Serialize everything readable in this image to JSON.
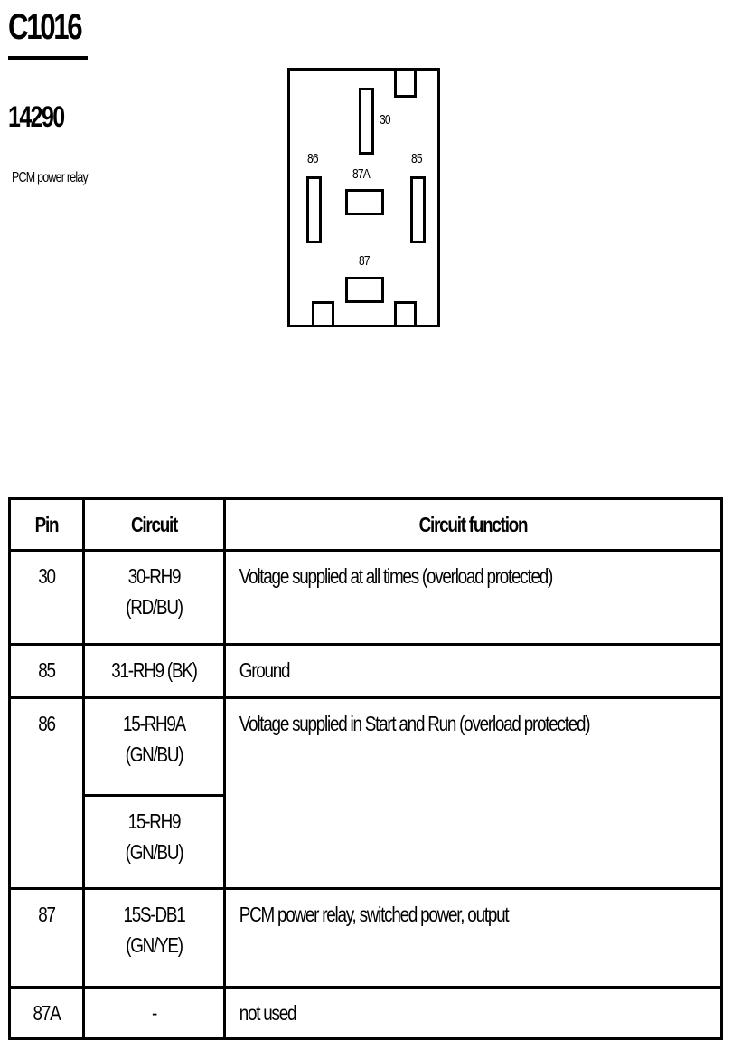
{
  "header": {
    "connector_id": "C1016",
    "part_number": "14290",
    "description": "PCM power relay"
  },
  "relay_diagram": {
    "pin_labels": {
      "p30": "30",
      "p86": "86",
      "p85": "85",
      "p87a": "87A",
      "p87": "87"
    }
  },
  "pin_table": {
    "columns": [
      "Pin",
      "Circuit",
      "Circuit function"
    ],
    "rows": [
      {
        "pin": "30",
        "circuits": [
          [
            "30-RH9",
            "(RD/BU)"
          ]
        ],
        "function": "Voltage supplied at all times (overload protected)"
      },
      {
        "pin": "85",
        "circuits": [
          [
            "31-RH9 (BK)"
          ]
        ],
        "function": "Ground"
      },
      {
        "pin": "86",
        "circuits": [
          [
            "15-RH9A",
            "(GN/BU)"
          ],
          [
            "15-RH9",
            "(GN/BU)"
          ]
        ],
        "function": "Voltage supplied in Start and Run (overload protected)"
      },
      {
        "pin": "87",
        "circuits": [
          [
            "15S-DB1",
            "(GN/YE)"
          ]
        ],
        "function": "PCM power relay, switched power, output"
      },
      {
        "pin": "87A",
        "circuits": [
          [
            "-"
          ]
        ],
        "function": "not used"
      }
    ]
  }
}
